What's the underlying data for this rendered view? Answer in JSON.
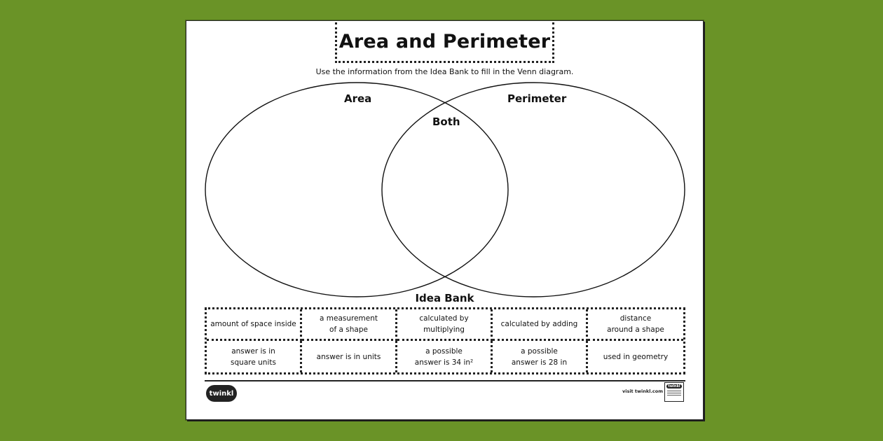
{
  "worksheet": {
    "title": "Area and Perimeter",
    "instruction": "Use the information from the Idea Bank to fill in the Venn diagram."
  },
  "venn": {
    "left_label": "Area",
    "right_label": "Perimeter",
    "overlap_label": "Both"
  },
  "idea_bank": {
    "title": "Idea Bank",
    "cells": [
      [
        "amount of space inside",
        ""
      ],
      [
        "a measurement",
        "of a shape"
      ],
      [
        "calculated by",
        "multiplying"
      ],
      [
        "calculated by adding",
        ""
      ],
      [
        "distance",
        "around a shape"
      ],
      [
        "answer is in",
        "square units"
      ],
      [
        "answer is in units",
        ""
      ],
      [
        "a possible",
        "answer is 34 in²"
      ],
      [
        "a possible",
        "answer is 28 in"
      ],
      [
        "used in geometry",
        ""
      ]
    ]
  },
  "footer": {
    "logo_text": "twinkl",
    "visit_text": "visit twinkl.com",
    "badge_text": "twinkl",
    "logo_icon": "twinkl-logo-icon",
    "badge_icon": "quality-badge-icon"
  },
  "colors": {
    "background": "#6a9327",
    "sheet": "#ffffff",
    "ink": "#111111"
  }
}
